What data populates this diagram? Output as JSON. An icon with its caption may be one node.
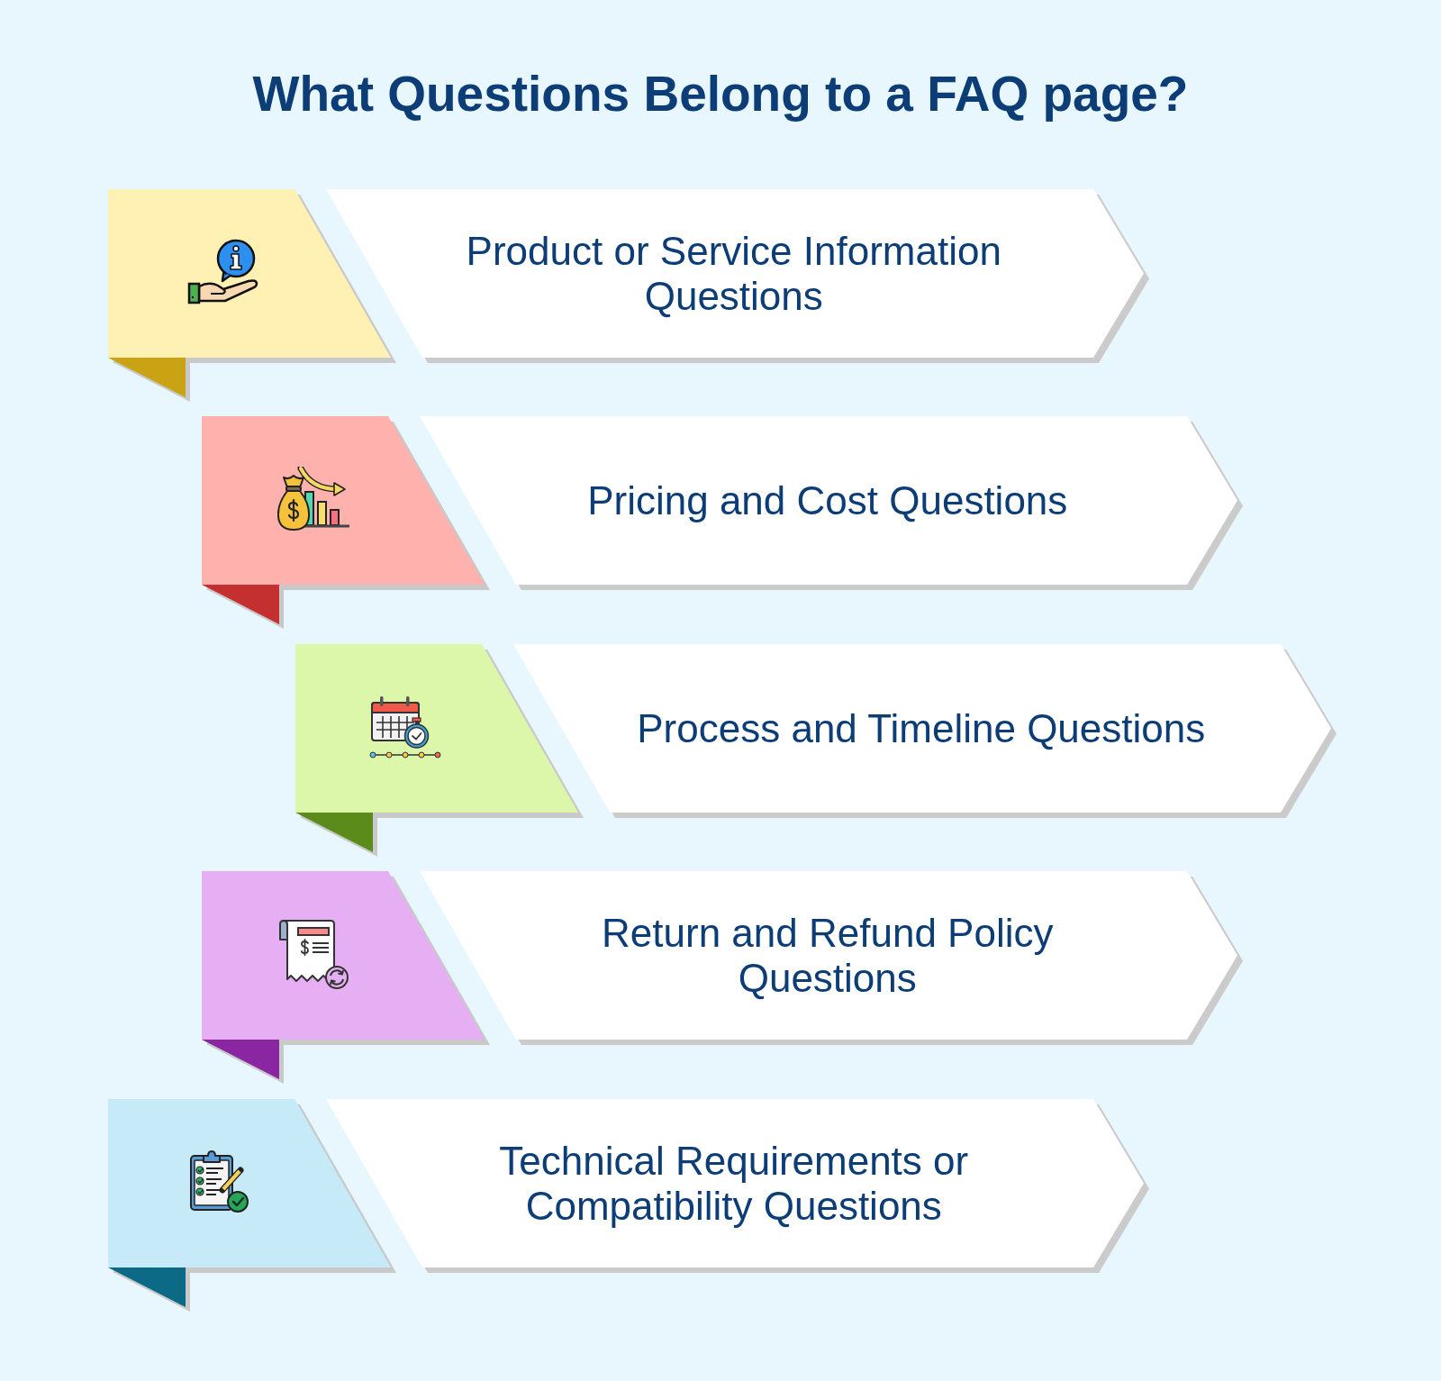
{
  "diagram": {
    "title": "What Questions Belong to a FAQ page?",
    "nodes": [
      {
        "text": [
          "Product or Service Information Questions"
        ]
      },
      {
        "text": [
          "Pricing and Cost Questions"
        ]
      },
      {
        "text": [
          "Process and Timeline Questions"
        ]
      },
      {
        "text": [
          "Return and Refund Policy Questions"
        ]
      },
      {
        "text": [
          "Technical Requirements or Compatibility Questions"
        ]
      }
    ]
  }
}
